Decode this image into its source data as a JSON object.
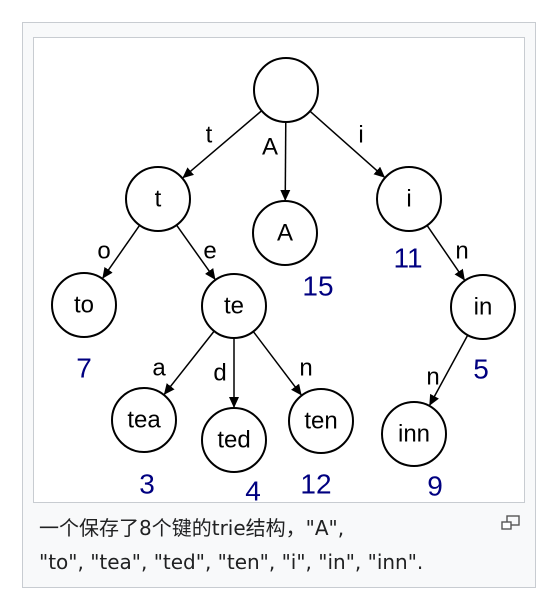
{
  "diagram": {
    "nodes": [
      {
        "id": "root",
        "label": ""
      },
      {
        "id": "t",
        "label": "t"
      },
      {
        "id": "A",
        "label": "A",
        "value": "15"
      },
      {
        "id": "i",
        "label": "i",
        "value": "11"
      },
      {
        "id": "to",
        "label": "to",
        "value": "7"
      },
      {
        "id": "te",
        "label": "te"
      },
      {
        "id": "in",
        "label": "in",
        "value": "5"
      },
      {
        "id": "tea",
        "label": "tea",
        "value": "3"
      },
      {
        "id": "ted",
        "label": "ted",
        "value": "4"
      },
      {
        "id": "ten",
        "label": "ten",
        "value": "12"
      },
      {
        "id": "inn",
        "label": "inn",
        "value": "9"
      }
    ],
    "edges": [
      {
        "from": "root",
        "to": "t",
        "label": "t"
      },
      {
        "from": "root",
        "to": "A",
        "label": "A"
      },
      {
        "from": "root",
        "to": "i",
        "label": "i"
      },
      {
        "from": "t",
        "to": "to",
        "label": "o"
      },
      {
        "from": "t",
        "to": "te",
        "label": "e"
      },
      {
        "from": "i",
        "to": "in",
        "label": "n"
      },
      {
        "from": "te",
        "to": "tea",
        "label": "a"
      },
      {
        "from": "te",
        "to": "ted",
        "label": "d"
      },
      {
        "from": "te",
        "to": "ten",
        "label": "n"
      },
      {
        "from": "in",
        "to": "inn",
        "label": "n"
      }
    ]
  },
  "caption": {
    "line1": "一个保存了8个键的trie结构，\"A\",",
    "line2": "\"to\", \"tea\", \"ted\", \"ten\", \"i\", \"in\", \"inn\"."
  },
  "icons": {
    "enlarge": "magnify-icon"
  }
}
